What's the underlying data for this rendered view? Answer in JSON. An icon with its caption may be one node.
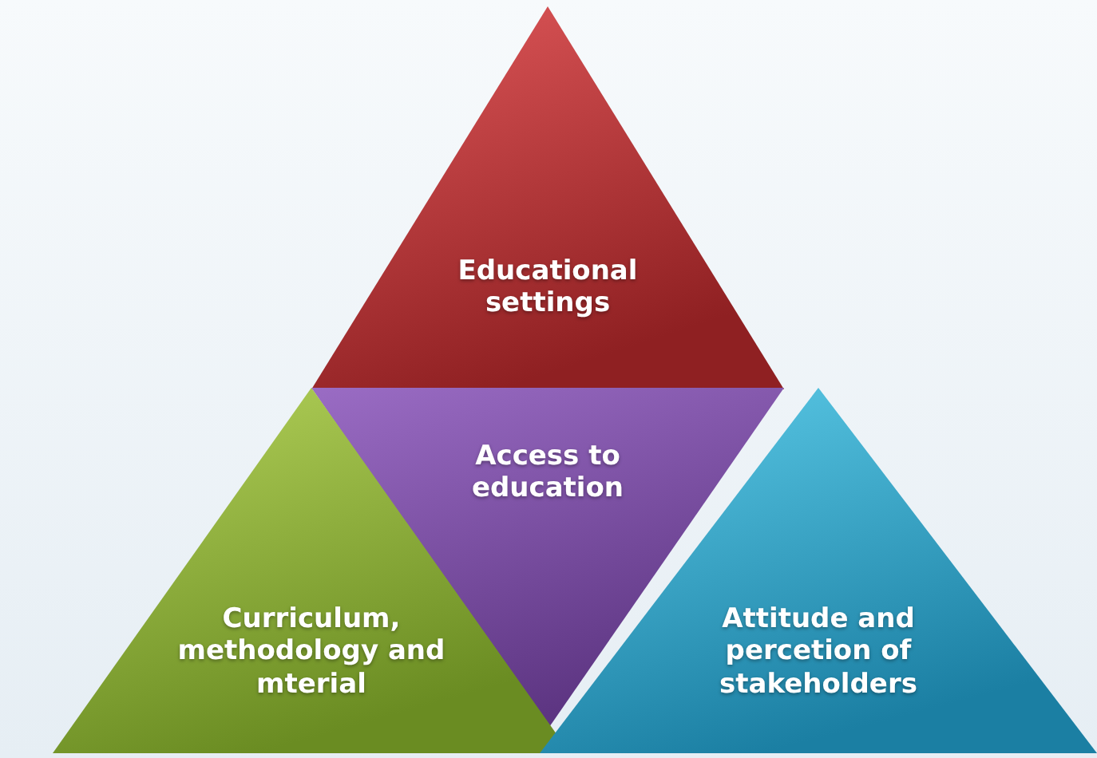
{
  "diagram": {
    "nodes": [
      {
        "text": [
          "Educational settings"
        ]
      },
      {
        "text": [
          "Access to education"
        ]
      },
      {
        "text": [
          "Curriculum, methodology and mterial"
        ]
      },
      {
        "text": [
          "Attitude and percetion of stakeholders"
        ]
      }
    ]
  }
}
